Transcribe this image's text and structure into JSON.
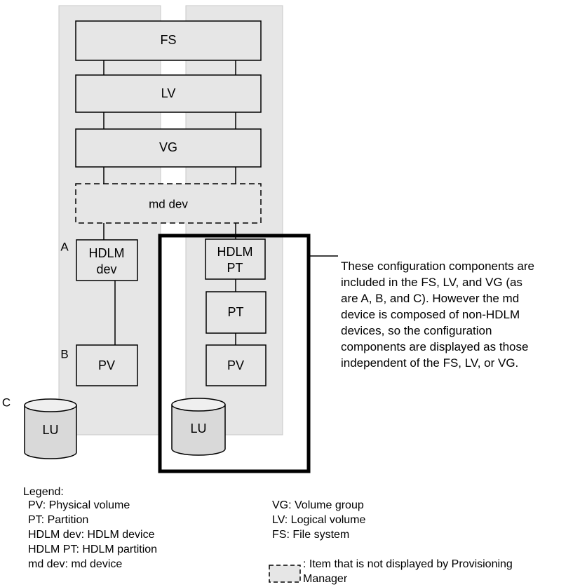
{
  "diagram": {
    "boxes": {
      "fs": "FS",
      "lv": "LV",
      "vg": "VG",
      "md": "md dev",
      "hdlm_dev": [
        "HDLM",
        "dev"
      ],
      "hdlm_pt": [
        "HDLM",
        "PT"
      ],
      "pt": "PT",
      "pv_left": "PV",
      "pv_right": "PV",
      "lu_left": "LU",
      "lu_right": "LU"
    },
    "markers": {
      "a": "A",
      "b": "B",
      "c": "C"
    },
    "note": [
      "These configuration components are",
      "included in the FS, LV, and VG (as",
      "are A, B, and C). However the md",
      "device is composed of non-HDLM",
      "devices, so the configuration",
      "components are displayed as those",
      "independent of the FS, LV, or VG."
    ]
  },
  "legend": {
    "title": "Legend:",
    "left": [
      "PV: Physical volume",
      "PT: Partition",
      "HDLM dev: HDLM device",
      "HDLM PT: HDLM partition",
      "md dev: md device"
    ],
    "right": [
      "VG: Volume group",
      "LV: Logical volume",
      "FS: File system"
    ],
    "dashed_item": [
      ": Item that is not displayed by Provisioning",
      "Manager"
    ]
  },
  "colors": {
    "panel": "#e6e6e6",
    "panel_border": "#c8c8c8",
    "box_fill": "#e6e6e6",
    "cylinder": "#d9d9d9"
  }
}
